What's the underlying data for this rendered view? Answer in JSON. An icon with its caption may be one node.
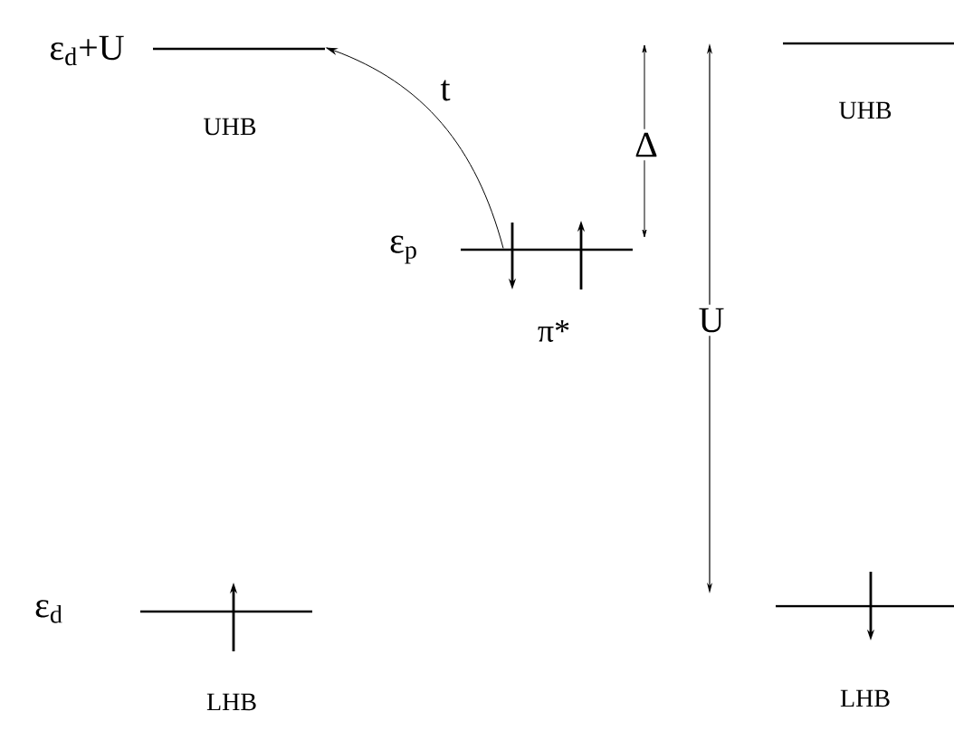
{
  "diagram": {
    "nodes": [
      {
        "text": [],
        "shape": "bar",
        "beside": [
          "ε$_{d}$+U",
          "UHB"
        ]
      },
      {
        "text": [],
        "shape": "bar",
        "beside": [
          "ε$_{p}$",
          "π*"
        ]
      },
      {
        "text": [],
        "shape": "bar",
        "beside": [
          "UHB"
        ]
      },
      {
        "text": [],
        "shape": "bar",
        "beside": [
          "ε$_{d}$",
          "LHB"
        ]
      },
      {
        "text": [],
        "shape": "bar",
        "beside": [
          "LHB"
        ]
      }
    ],
    "edges": [
      {
        "from": 1,
        "to": 0,
        "arrow": "to",
        "label": "t"
      }
    ],
    "labels": [
      "Δ",
      "U"
    ]
  }
}
